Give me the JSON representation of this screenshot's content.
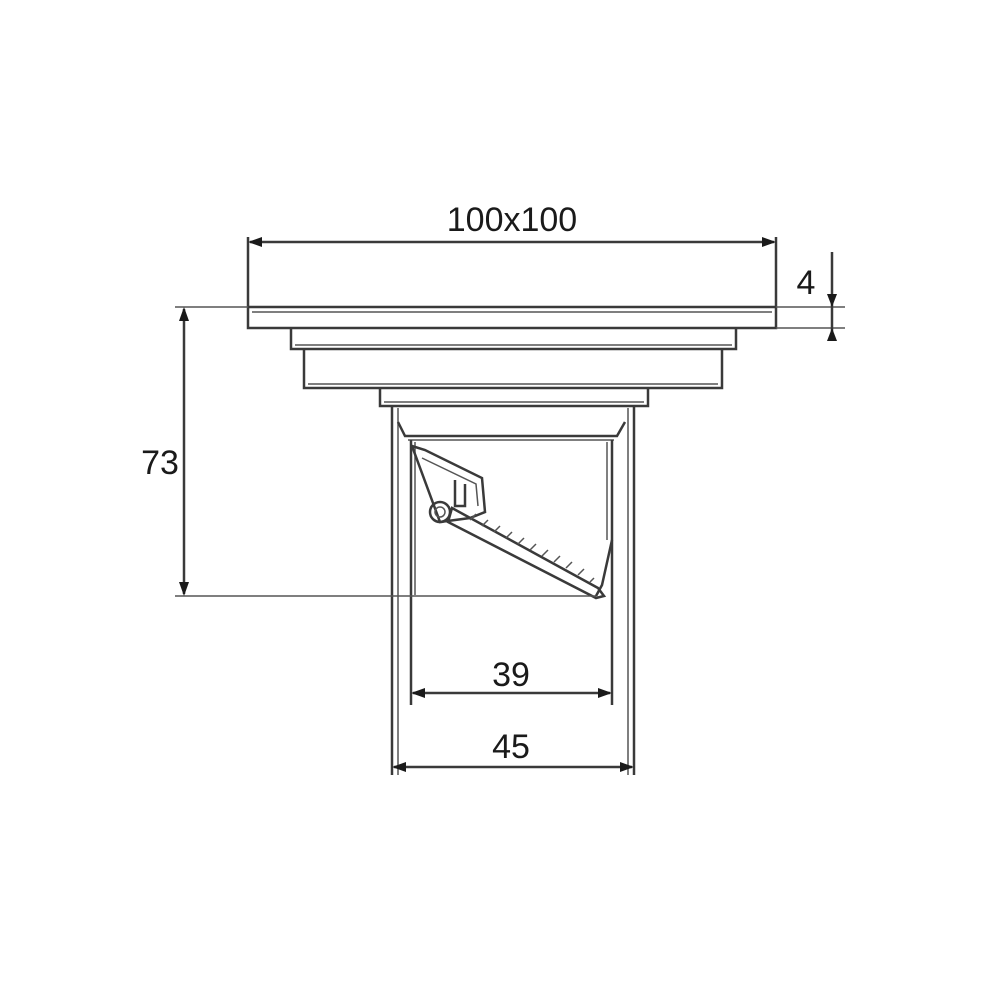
{
  "dimensions": {
    "width_top": "100x100",
    "flange_thickness": "4",
    "height": "73",
    "inner_width": "39",
    "outer_width": "45"
  },
  "colors": {
    "line": "#3a3a3a",
    "text": "#1a1a1a",
    "background": "#ffffff"
  }
}
